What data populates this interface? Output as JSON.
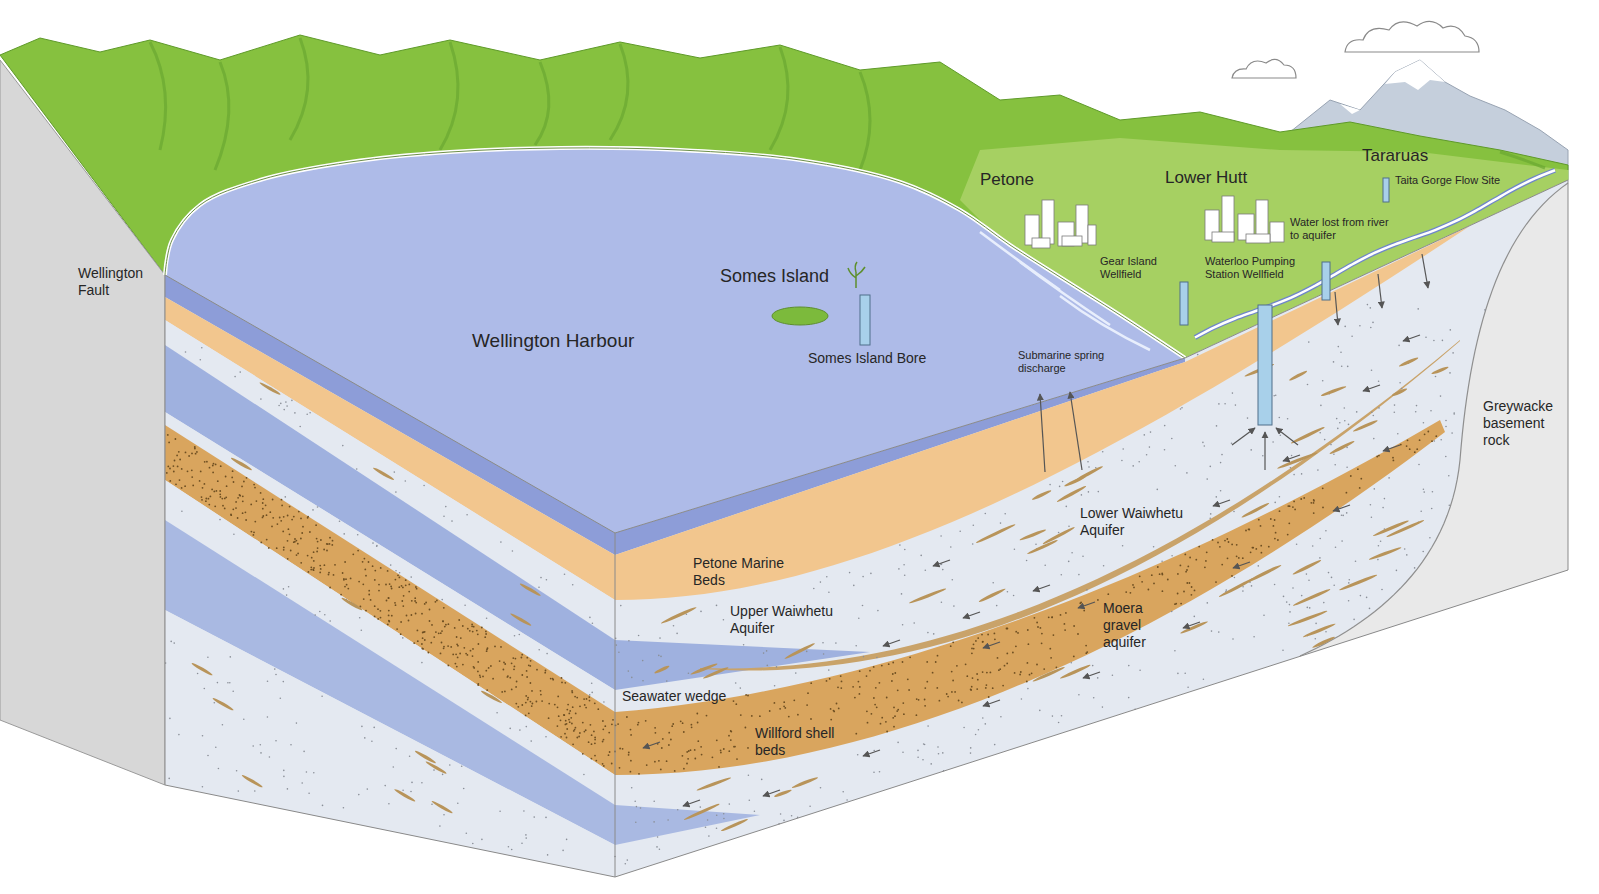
{
  "diagram": {
    "labels": [
      "Wellington Fault",
      "Somes Island",
      "Wellington Harbour",
      "Somes Island Bore",
      "Petone",
      "Lower Hutt",
      "Tararuas",
      "Taita Gorge Flow Site",
      "Water lost from river to aquifer",
      "Gear Island Wellfield",
      "Waterloo Pumping Station Wellfield",
      "Submarine spring discharge",
      "Greywacke basement rock",
      "Petone Marine Beds",
      "Upper Waiwhetu Aquifer",
      "Lower Waiwhetu Aquifer",
      "Moera gravel aquifer",
      "Seawater wedge",
      "Willford shell beds"
    ]
  }
}
